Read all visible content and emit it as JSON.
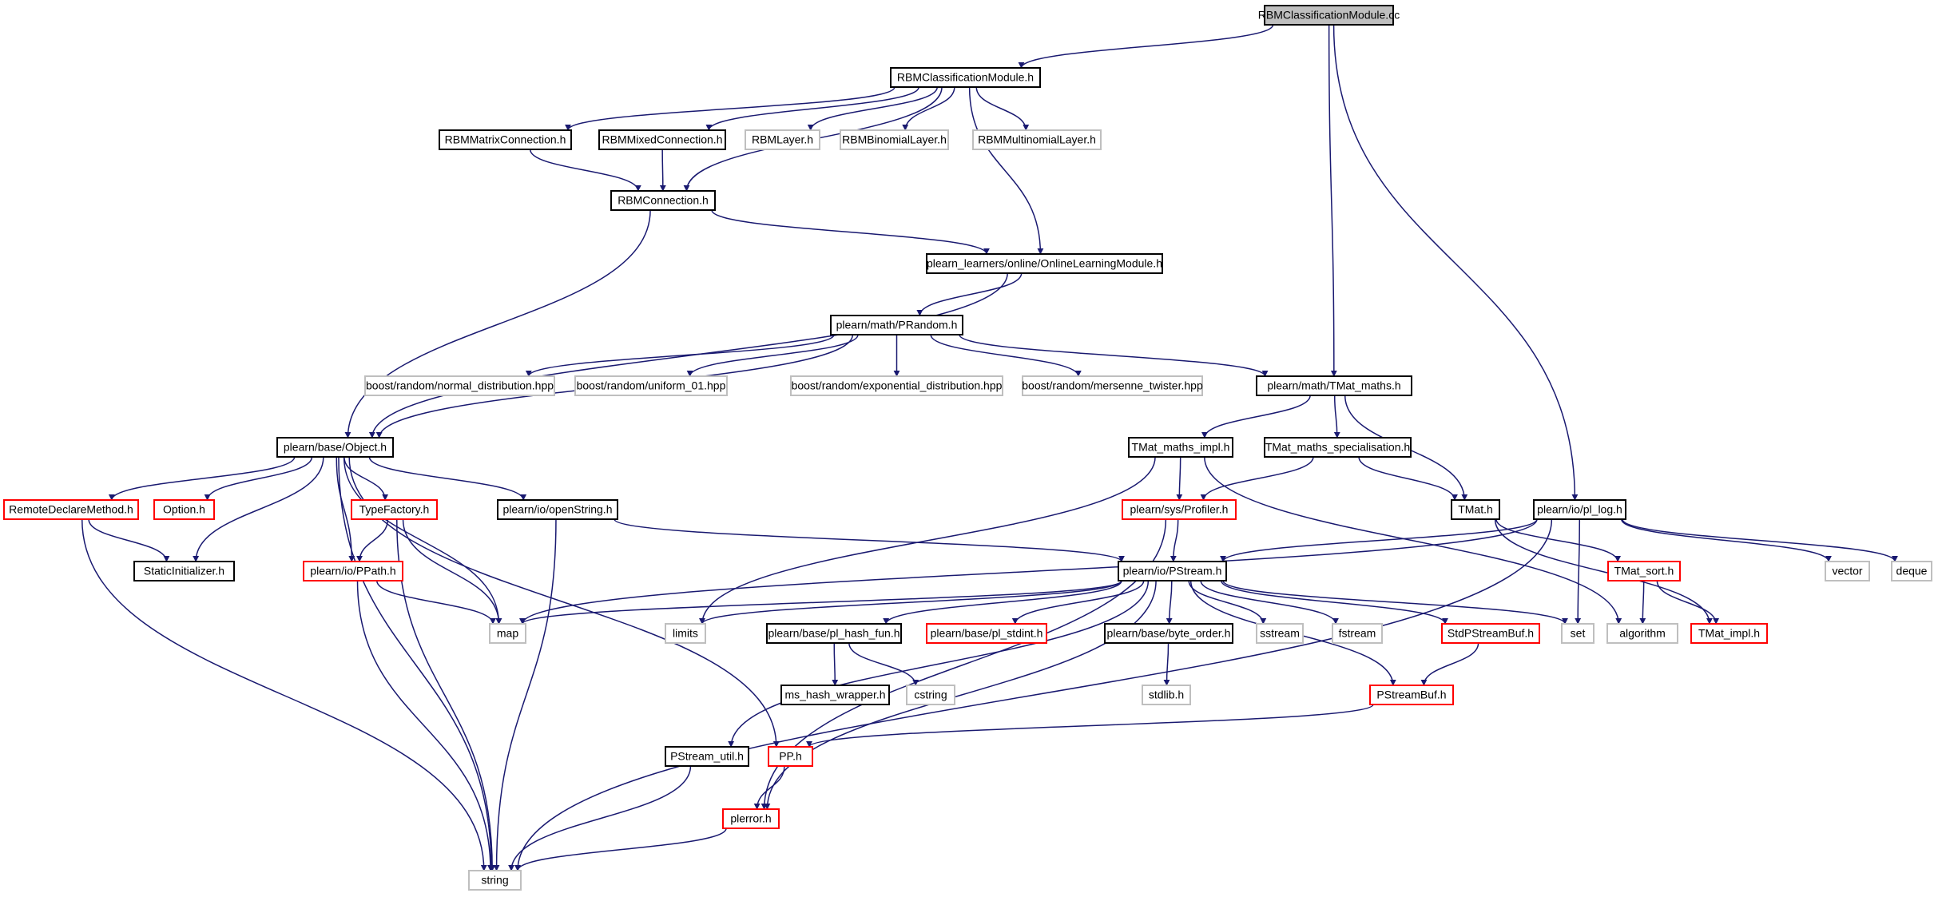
{
  "diagram": {
    "nodes": [
      {
        "id": "rbmcc",
        "label": "RBMClassificationModule.cc",
        "style": "root"
      },
      {
        "id": "rbmh",
        "label": "RBMClassificationModule.h",
        "style": "doc"
      },
      {
        "id": "matconn",
        "label": "RBMMatrixConnection.h",
        "style": "doc"
      },
      {
        "id": "mixconn",
        "label": "RBMMixedConnection.h",
        "style": "doc"
      },
      {
        "id": "layer",
        "label": "RBMLayer.h",
        "style": "nodoc"
      },
      {
        "id": "binlayer",
        "label": "RBMBinomialLayer.h",
        "style": "nodoc"
      },
      {
        "id": "multlayer",
        "label": "RBMMultinomialLayer.h",
        "style": "nodoc"
      },
      {
        "id": "conn",
        "label": "RBMConnection.h",
        "style": "doc"
      },
      {
        "id": "olm",
        "label": "plearn_learners/online/OnlineLearningModule.h",
        "style": "doc"
      },
      {
        "id": "prandom",
        "label": "plearn/math/PRandom.h",
        "style": "doc"
      },
      {
        "id": "normdist",
        "label": "boost/random/normal_distribution.hpp",
        "style": "nodoc"
      },
      {
        "id": "uni01",
        "label": "boost/random/uniform_01.hpp",
        "style": "nodoc"
      },
      {
        "id": "expdist",
        "label": "boost/random/exponential_distribution.hpp",
        "style": "nodoc"
      },
      {
        "id": "mersenne",
        "label": "boost/random/mersenne_twister.hpp",
        "style": "nodoc"
      },
      {
        "id": "tmatmaths",
        "label": "plearn/math/TMat_maths.h",
        "style": "doc"
      },
      {
        "id": "object",
        "label": "plearn/base/Object.h",
        "style": "doc"
      },
      {
        "id": "tmmimpl",
        "label": "TMat_maths_impl.h",
        "style": "doc"
      },
      {
        "id": "tmmspec",
        "label": "TMat_maths_specialisation.h",
        "style": "doc"
      },
      {
        "id": "tmat",
        "label": "TMat.h",
        "style": "doc"
      },
      {
        "id": "pllog",
        "label": "plearn/io/pl_log.h",
        "style": "doc"
      },
      {
        "id": "rdm",
        "label": "RemoteDeclareMethod.h",
        "style": "trunc"
      },
      {
        "id": "option",
        "label": "Option.h",
        "style": "trunc"
      },
      {
        "id": "typefac",
        "label": "TypeFactory.h",
        "style": "trunc"
      },
      {
        "id": "openstr",
        "label": "plearn/io/openString.h",
        "style": "doc"
      },
      {
        "id": "profiler",
        "label": "plearn/sys/Profiler.h",
        "style": "trunc"
      },
      {
        "id": "pstream",
        "label": "plearn/io/PStream.h",
        "style": "doc"
      },
      {
        "id": "tmatsort",
        "label": "TMat_sort.h",
        "style": "trunc"
      },
      {
        "id": "vector",
        "label": "vector",
        "style": "nodoc"
      },
      {
        "id": "deque",
        "label": "deque",
        "style": "nodoc"
      },
      {
        "id": "statinit",
        "label": "StaticInitializer.h",
        "style": "doc"
      },
      {
        "id": "ppath",
        "label": "plearn/io/PPath.h",
        "style": "trunc"
      },
      {
        "id": "map",
        "label": "map",
        "style": "nodoc"
      },
      {
        "id": "limits",
        "label": "limits",
        "style": "nodoc"
      },
      {
        "id": "hashfun",
        "label": "plearn/base/pl_hash_fun.h",
        "style": "doc"
      },
      {
        "id": "stdint",
        "label": "plearn/base/pl_stdint.h",
        "style": "trunc"
      },
      {
        "id": "byteorder",
        "label": "plearn/base/byte_order.h",
        "style": "doc"
      },
      {
        "id": "sstream",
        "label": "sstream",
        "style": "nodoc"
      },
      {
        "id": "fstream",
        "label": "fstream",
        "style": "nodoc"
      },
      {
        "id": "stdpsb",
        "label": "StdPStreamBuf.h",
        "style": "trunc"
      },
      {
        "id": "set",
        "label": "set",
        "style": "nodoc"
      },
      {
        "id": "algorithm",
        "label": "algorithm",
        "style": "nodoc"
      },
      {
        "id": "tmatimpl",
        "label": "TMat_impl.h",
        "style": "trunc"
      },
      {
        "id": "mshash",
        "label": "ms_hash_wrapper.h",
        "style": "doc"
      },
      {
        "id": "cstring",
        "label": "cstring",
        "style": "nodoc"
      },
      {
        "id": "stdlib",
        "label": "stdlib.h",
        "style": "nodoc"
      },
      {
        "id": "psb",
        "label": "PStreamBuf.h",
        "style": "trunc"
      },
      {
        "id": "psutil",
        "label": "PStream_util.h",
        "style": "doc"
      },
      {
        "id": "pp",
        "label": "PP.h",
        "style": "trunc"
      },
      {
        "id": "plerror",
        "label": "plerror.h",
        "style": "trunc"
      },
      {
        "id": "string",
        "label": "string",
        "style": "nodoc"
      }
    ],
    "edges": [
      [
        "rbmcc",
        "rbmh"
      ],
      [
        "rbmcc",
        "tmatmaths"
      ],
      [
        "rbmcc",
        "pllog"
      ],
      [
        "rbmh",
        "matconn"
      ],
      [
        "rbmh",
        "mixconn"
      ],
      [
        "rbmh",
        "layer"
      ],
      [
        "rbmh",
        "binlayer"
      ],
      [
        "rbmh",
        "multlayer"
      ],
      [
        "rbmh",
        "conn"
      ],
      [
        "rbmh",
        "olm"
      ],
      [
        "matconn",
        "conn"
      ],
      [
        "mixconn",
        "conn"
      ],
      [
        "conn",
        "olm"
      ],
      [
        "conn",
        "object"
      ],
      [
        "olm",
        "prandom"
      ],
      [
        "olm",
        "object"
      ],
      [
        "prandom",
        "normdist"
      ],
      [
        "prandom",
        "uni01"
      ],
      [
        "prandom",
        "expdist"
      ],
      [
        "prandom",
        "mersenne"
      ],
      [
        "prandom",
        "tmatmaths"
      ],
      [
        "prandom",
        "object"
      ],
      [
        "tmatmaths",
        "tmmimpl"
      ],
      [
        "tmatmaths",
        "tmmspec"
      ],
      [
        "tmatmaths",
        "tmat"
      ],
      [
        "tmmimpl",
        "profiler"
      ],
      [
        "tmmimpl",
        "limits"
      ],
      [
        "tmmimpl",
        "algorithm"
      ],
      [
        "tmmspec",
        "profiler"
      ],
      [
        "tmmspec",
        "tmat"
      ],
      [
        "tmat",
        "tmatsort"
      ],
      [
        "tmat",
        "tmatimpl"
      ],
      [
        "tmatsort",
        "algorithm"
      ],
      [
        "tmatsort",
        "tmatimpl"
      ],
      [
        "pllog",
        "pstream"
      ],
      [
        "pllog",
        "map"
      ],
      [
        "pllog",
        "set"
      ],
      [
        "pllog",
        "vector"
      ],
      [
        "pllog",
        "deque"
      ],
      [
        "pllog",
        "string"
      ],
      [
        "object",
        "rdm"
      ],
      [
        "object",
        "option"
      ],
      [
        "object",
        "typefac"
      ],
      [
        "object",
        "openstr"
      ],
      [
        "object",
        "statinit"
      ],
      [
        "object",
        "ppath"
      ],
      [
        "object",
        "map"
      ],
      [
        "object",
        "string"
      ],
      [
        "object",
        "pp"
      ],
      [
        "rdm",
        "statinit"
      ],
      [
        "rdm",
        "string"
      ],
      [
        "typefac",
        "ppath"
      ],
      [
        "typefac",
        "map"
      ],
      [
        "typefac",
        "string"
      ],
      [
        "openstr",
        "pstream"
      ],
      [
        "openstr",
        "string"
      ],
      [
        "ppath",
        "map"
      ],
      [
        "ppath",
        "string"
      ],
      [
        "profiler",
        "pstream"
      ],
      [
        "profiler",
        "plerror"
      ],
      [
        "pstream",
        "map"
      ],
      [
        "pstream",
        "limits"
      ],
      [
        "pstream",
        "hashfun"
      ],
      [
        "pstream",
        "stdint"
      ],
      [
        "pstream",
        "byteorder"
      ],
      [
        "pstream",
        "sstream"
      ],
      [
        "pstream",
        "fstream"
      ],
      [
        "pstream",
        "stdpsb"
      ],
      [
        "pstream",
        "set"
      ],
      [
        "pstream",
        "psb"
      ],
      [
        "pstream",
        "psutil"
      ],
      [
        "pstream",
        "plerror"
      ],
      [
        "hashfun",
        "mshash"
      ],
      [
        "hashfun",
        "cstring"
      ],
      [
        "byteorder",
        "stdlib"
      ],
      [
        "stdpsb",
        "psb"
      ],
      [
        "psb",
        "pp"
      ],
      [
        "psutil",
        "string"
      ],
      [
        "pp",
        "plerror"
      ],
      [
        "plerror",
        "string"
      ]
    ]
  },
  "colors": {
    "edge": "#191970",
    "border_doc": "#000000",
    "border_nodoc": "#bfbfbf",
    "border_trunc": "#ff0000",
    "root_fill": "#bfbfbf",
    "fill": "#ffffff"
  }
}
